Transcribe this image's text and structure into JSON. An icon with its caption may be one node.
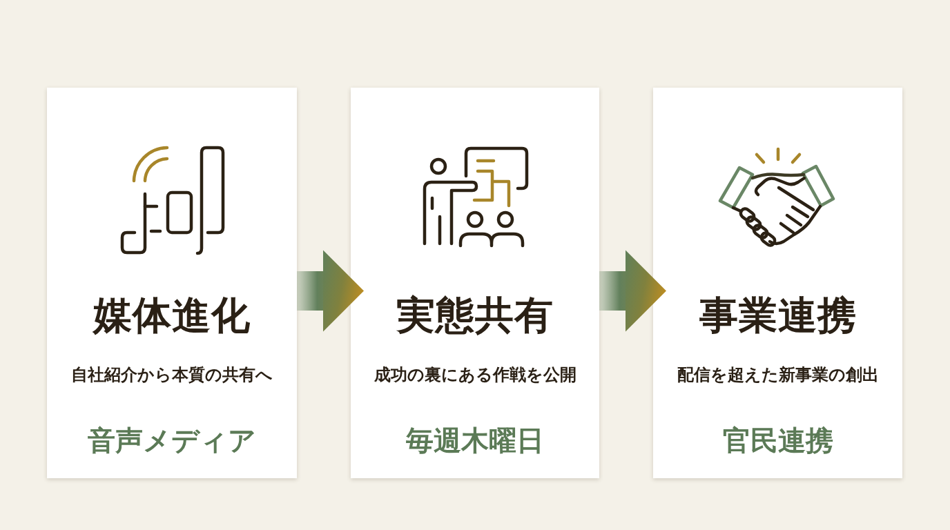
{
  "diagram": {
    "nodes": [
      {
        "text": [
          "媒体進化",
          "自社紹介から本質の共有へ",
          "音声メディア"
        ]
      },
      {
        "text": [
          "実態共有",
          "成功の裏にある作戦を公開",
          "毎週木曜日"
        ]
      },
      {
        "text": [
          "事業連携",
          "配信を超えた新事業の創出",
          "官民連携"
        ]
      }
    ],
    "edges": [
      {
        "from": 0,
        "to": 1,
        "arrow": "to"
      },
      {
        "from": 1,
        "to": 2,
        "arrow": "to"
      }
    ]
  }
}
